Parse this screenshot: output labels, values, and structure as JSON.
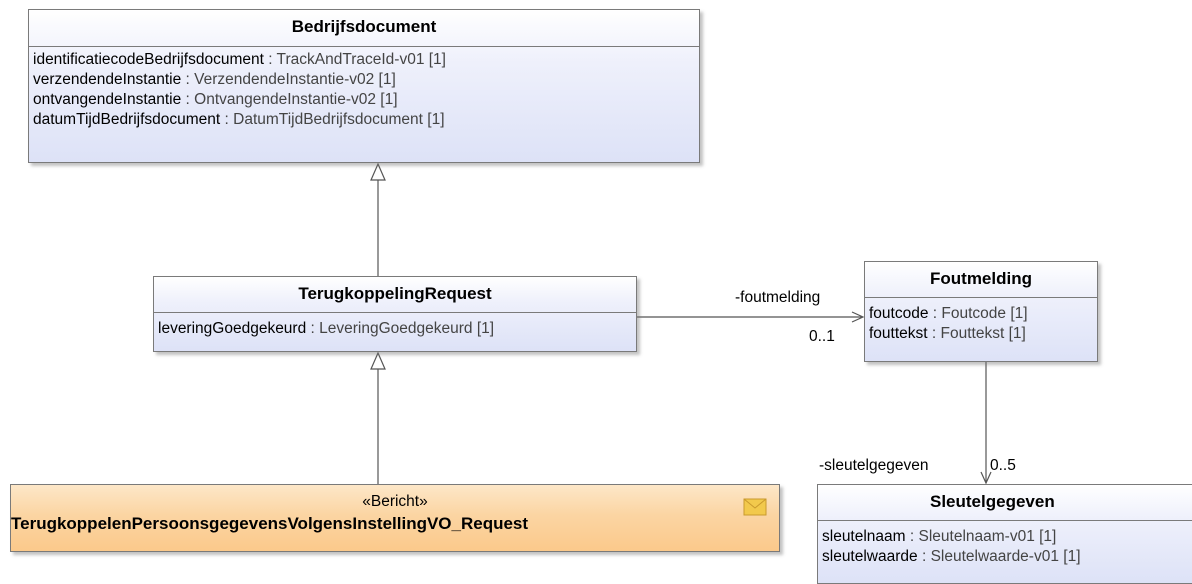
{
  "classes": {
    "bedrijfsdocument": {
      "name": "Bedrijfsdocument",
      "attributes": [
        {
          "name": "identificatiecodeBedrijfsdocument",
          "type": " : TrackAndTraceId-v01 [1]"
        },
        {
          "name": "verzendendeInstantie",
          "type": " : VerzendendeInstantie-v02 [1]"
        },
        {
          "name": "ontvangendeInstantie",
          "type": " : OntvangendeInstantie-v02 [1]"
        },
        {
          "name": "datumTijdBedrijfsdocument",
          "type": " : DatumTijdBedrijfsdocument [1]"
        }
      ]
    },
    "terugkoppelingRequest": {
      "name": "TerugkoppelingRequest",
      "attributes": [
        {
          "name": "leveringGoedgekeurd",
          "type": " : LeveringGoedgekeurd [1]"
        }
      ]
    },
    "foutmelding": {
      "name": "Foutmelding",
      "attributes": [
        {
          "name": "foutcode",
          "type": " : Foutcode [1]"
        },
        {
          "name": "fouttekst",
          "type": " : Fouttekst [1]"
        }
      ]
    },
    "sleutelgegeven": {
      "name": "Sleutelgegeven",
      "attributes": [
        {
          "name": "sleutelnaam",
          "type": " : Sleutelnaam-v01 [1]"
        },
        {
          "name": "sleutelwaarde",
          "type": " : Sleutelwaarde-v01 [1]"
        }
      ]
    },
    "bericht": {
      "stereotype": "«Bericht»",
      "name": "TerugkoppelenPersoonsgegevensVolgensInstellingVO_Request",
      "icon": "envelope-icon"
    }
  },
  "associations": {
    "foutmelding": {
      "role": "-foutmelding",
      "multiplicity": "0..1"
    },
    "sleutelgegeven": {
      "role": "-sleutelgegeven",
      "multiplicity": "0..5"
    }
  },
  "colors": {
    "class_fill": "#dde2f7",
    "message_fill": "#fbc98b",
    "envelope": "#f2c94c"
  }
}
